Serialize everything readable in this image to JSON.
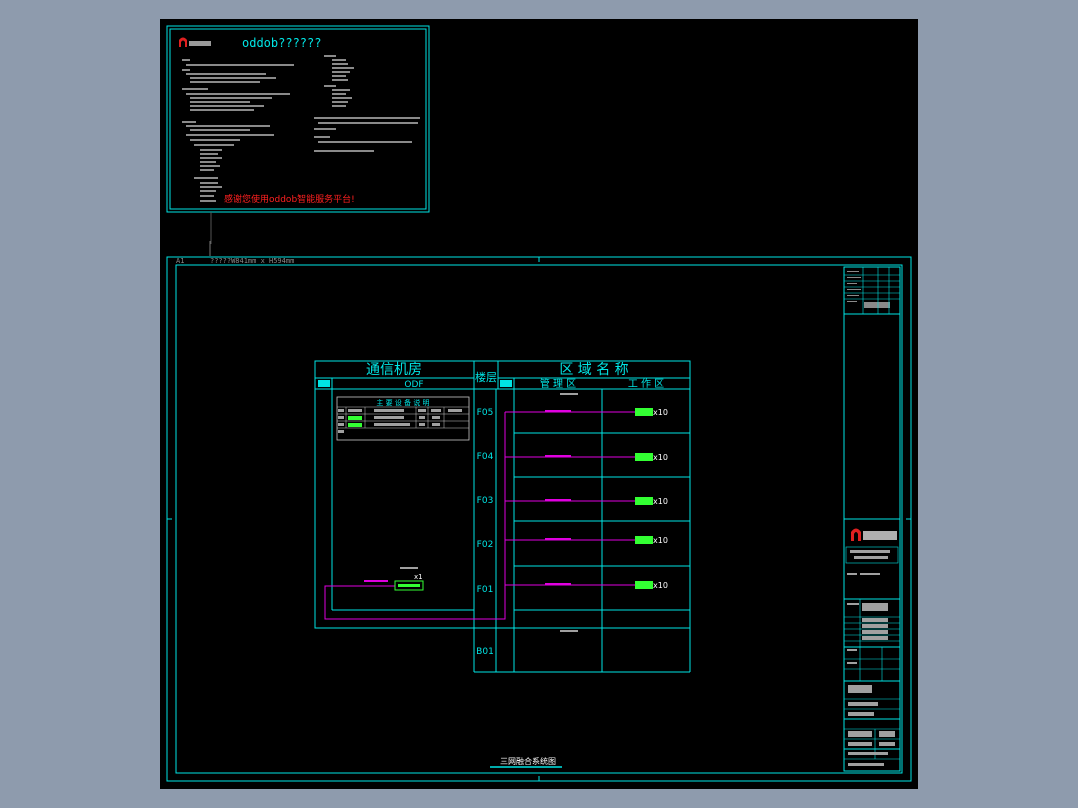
{
  "colors": {
    "background": "#8e9bad",
    "canvas": "#000000",
    "frame": "#00e5e5",
    "magenta": "#e000e0",
    "green": "#33ff33",
    "red": "#ff2020",
    "grey_text": "#c8c8c8",
    "white": "#ffffff"
  },
  "notice": {
    "title": "oddob??????",
    "footer": "感谢您使用oddob智能服务平台!"
  },
  "frame": {
    "size_label": "A1",
    "dims_label": "?????W841mm x H594mm"
  },
  "diagram": {
    "room_title": "通信机房",
    "room_sub": "ODF",
    "floor_header": "楼层",
    "area_title": "区 域 名 称",
    "area_manage": "管 理 区",
    "area_work": "工 作 区",
    "legend_title": "主 要 设 备 说 明",
    "odf_qty": "x1",
    "floors": [
      {
        "name": "F05",
        "qty": "x10"
      },
      {
        "name": "F04",
        "qty": "x10"
      },
      {
        "name": "F03",
        "qty": "x10"
      },
      {
        "name": "F02",
        "qty": "x10"
      },
      {
        "name": "F01",
        "qty": "x10"
      }
    ],
    "basement": "B01",
    "caption": "三网融合系统图"
  }
}
